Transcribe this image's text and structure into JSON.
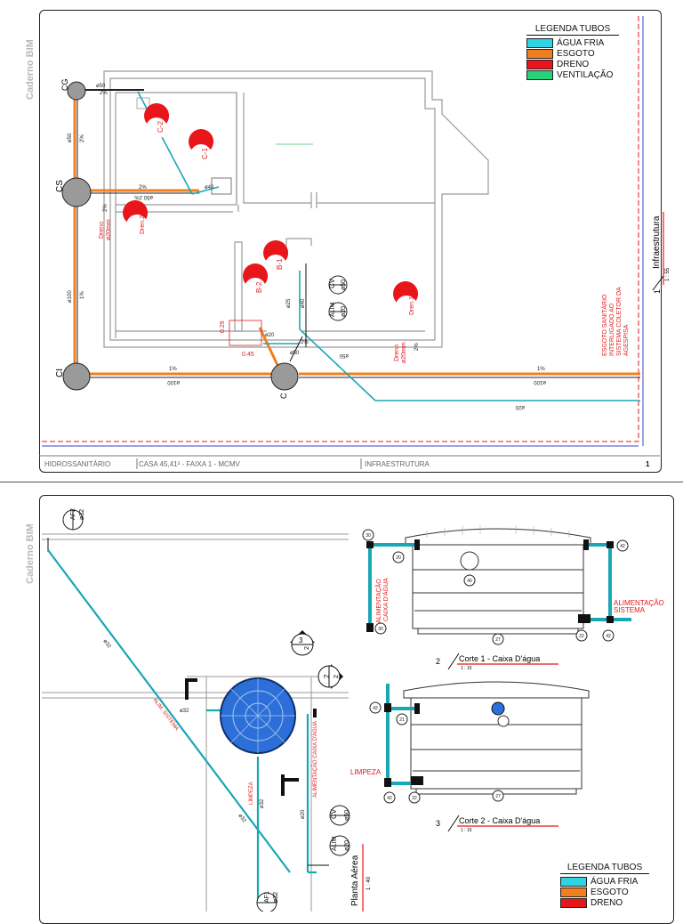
{
  "side_label": "Caderno BIM",
  "legend": {
    "title": "LEGENDA TUBOS",
    "items": [
      {
        "label": "ÁGUA FRIA",
        "color": "#2fd3e4"
      },
      {
        "label": "ESGOTO",
        "color": "#f0801f"
      },
      {
        "label": "DRENO",
        "color": "#e8161a"
      },
      {
        "label": "VENTILAÇÃO",
        "color": "#26d17a"
      }
    ]
  },
  "legend2": {
    "title": "LEGENDA TUBOS",
    "items": [
      {
        "label": "ÁGUA FRIA",
        "color": "#2fd3e4"
      },
      {
        "label": "ESGOTO",
        "color": "#f0801f"
      },
      {
        "label": "DRENO",
        "color": "#e8161a"
      }
    ]
  },
  "titleblock": {
    "col1": "HIDROSSANITÁRIO",
    "col2": "CASA 45,41² - FAIXA 1 - MCMV",
    "col3": "INFRAESTRUTURA",
    "page": "1"
  },
  "sheet1": {
    "view_title": "Infraestrutura",
    "view_num": "1",
    "view_scale": "1 : 55",
    "note": [
      "ESGOTO SANITÁRIO",
      "INTERLIGADO AO",
      "SISTEMA COLETOR DA",
      "AGESPISA"
    ],
    "boxes": {
      "cg": "CG",
      "cs": "CS",
      "ci": "CI",
      "c": "C"
    },
    "tags": {
      "c2": "C-2",
      "c1": "C-1",
      "dren2": "Dren.2",
      "b1": "B-1",
      "b2": "B-2",
      "dren1": "Dren.1",
      "cv": "CV",
      "cv_d": "ø50",
      "alim": "ÁLIM",
      "alim_d": "ø20"
    },
    "labels": {
      "d50a": "ø50",
      "pct2a": "2%",
      "d50b": "ø50",
      "pct2b": "2%",
      "d50c": "ø50 2%",
      "d40": "ø40",
      "d100a": "ø100",
      "pct1a": "1%",
      "pct1b": "1%",
      "d100b": "ø100",
      "pct1c": "1%",
      "d100c": "ø100",
      "d20a": "ø20",
      "dreno1": "Dreno",
      "dreno1b": "ø20mm",
      "dreno2": "Dreno",
      "dreno2b": "ø20mm",
      "d25": "ø25",
      "d40b": "ø40",
      "dim1": "0.29",
      "dim2": "0.45",
      "d20b": "ø20",
      "d50d": "ø50",
      "pct2c": "2%",
      "pct2d": "2%",
      "pct2e": "2%",
      "d50e": "ø50",
      "pct2f": "2%"
    }
  },
  "sheet2": {
    "tag_af2": "AF2",
    "tag_af2_d": "ø32",
    "tag_af1": "AF1",
    "tag_af1_d": "ø32",
    "tag_cv": "CV",
    "tag_cv_d": "ø50",
    "tag_alim": "ÁLIM",
    "tag_alim_d": "ø20",
    "pipe_labels": {
      "d32a": "ø32",
      "d32b": "ø32",
      "d32c": "ø32",
      "d20": "ø20",
      "d32d": "ø32"
    },
    "red_labels": {
      "alim_sistema": "ALIM. SISTEMA",
      "limpeza": "LIMPEZA",
      "alim_caixa": "ALIMENTAÇÃO CAIXA D'ÁGUA"
    },
    "sections": {
      "s3": "3",
      "s2": "2",
      "s3b": "2",
      "s2b": "2"
    },
    "planta_title": "Planta Aérea",
    "planta_scale": "1 : 40",
    "corte1_num": "2",
    "corte1_title": "Corte 1 - Caixa D'água",
    "corte1_scale": "1 : 15",
    "corte2_num": "3",
    "corte2_title": "Corte 2 - Caixa D'água",
    "corte2_scale": "1 : 15",
    "corte1_labels": {
      "alim_caixa": "ALIMENTAÇÃO CAIXA D'ÁGUA",
      "alim_sist": "ALIMENTAÇÃO SISTEMA"
    },
    "corte2_labels": {
      "limpeza": "LIMPEZA"
    },
    "bubbles": {
      "b30a": "30",
      "b20": "20",
      "b40": "40",
      "b30b": "30",
      "b27a": "27",
      "b22": "22",
      "b42a": "42",
      "b42b": "42",
      "b42c": "42",
      "b21": "21",
      "b27b": "27",
      "b42d": "42",
      "b22b": "22"
    }
  }
}
